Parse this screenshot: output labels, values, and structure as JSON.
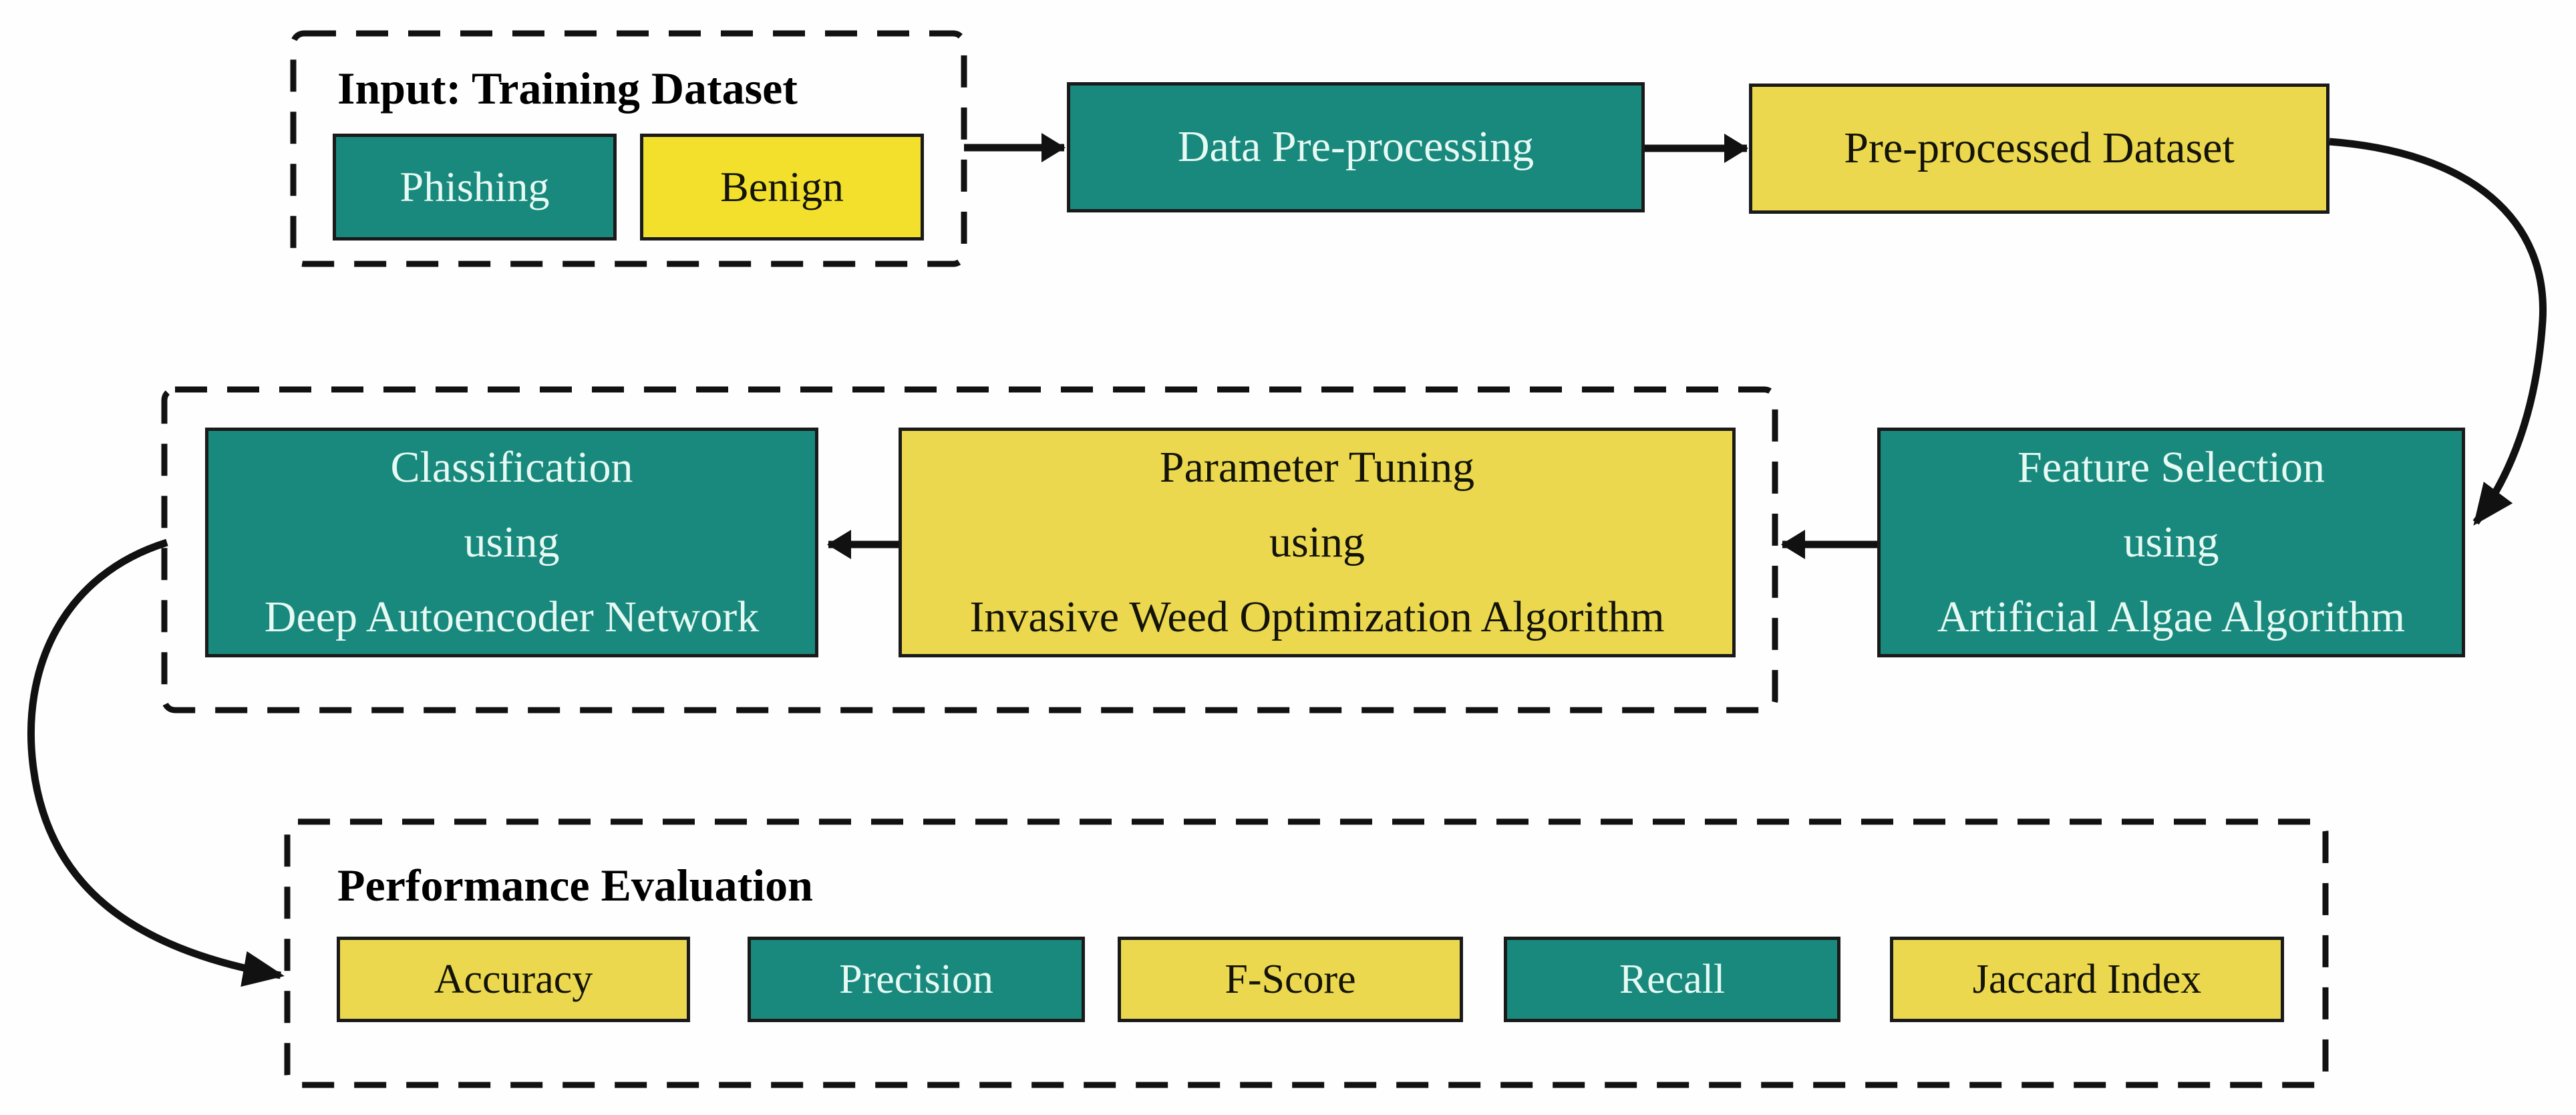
{
  "colors": {
    "teal": "#19897D",
    "yellow": "#EBD84F",
    "yellow_bright": "#F3E02C",
    "ink": "#111111",
    "box_border": "#1A1A1A",
    "text_on_teal": "#E6F9F3",
    "text_on_yellow": "#131308",
    "bg": "#FEFEFE"
  },
  "input_group": {
    "title": "Input: Training Dataset",
    "items": [
      {
        "label": "Phishing",
        "variant": "teal"
      },
      {
        "label": "Benign",
        "variant": "yellow-bright"
      }
    ]
  },
  "pipeline": {
    "data_preprocessing": {
      "label": "Data Pre-processing",
      "variant": "teal"
    },
    "preprocessed_dataset": {
      "label": "Pre-processed Dataset",
      "variant": "yellow"
    },
    "feature_selection": {
      "variant": "teal",
      "lines": [
        "Feature Selection",
        "using",
        "Artificial Algae Algorithm"
      ]
    },
    "parameter_tuning": {
      "variant": "yellow",
      "lines": [
        "Parameter Tuning",
        "using",
        "Invasive Weed Optimization Algorithm"
      ]
    },
    "classification": {
      "variant": "teal",
      "lines": [
        "Classification",
        "using",
        "Deep Autoencoder Network"
      ]
    }
  },
  "performance": {
    "title": "Performance Evaluation",
    "metrics": [
      {
        "label": "Accuracy",
        "variant": "yellow"
      },
      {
        "label": "Precision",
        "variant": "teal"
      },
      {
        "label": "F-Score",
        "variant": "yellow"
      },
      {
        "label": "Recall",
        "variant": "teal"
      },
      {
        "label": "Jaccard Index",
        "variant": "yellow"
      }
    ]
  }
}
